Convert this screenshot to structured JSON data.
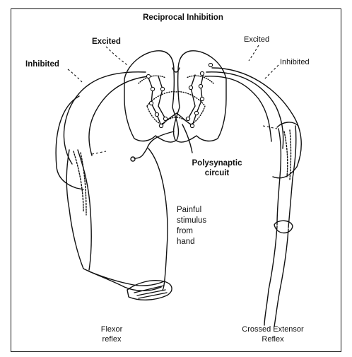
{
  "labels": {
    "title": "Reciprocal Inhibition",
    "excited_left": "Excited",
    "excited_right": "Excited",
    "inhibited_left": "Inhibited",
    "inhibited_right": "Inhibited",
    "polysynaptic_1": "Polysynaptic",
    "polysynaptic_2": "circuit",
    "stimulus_1": "Painful",
    "stimulus_2": "stimulus",
    "stimulus_3": "from",
    "stimulus_4": "hand",
    "flexor_1": "Flexor",
    "flexor_2": "reflex",
    "crossed_1": "Crossed Extensor",
    "crossed_2": "Reflex"
  }
}
